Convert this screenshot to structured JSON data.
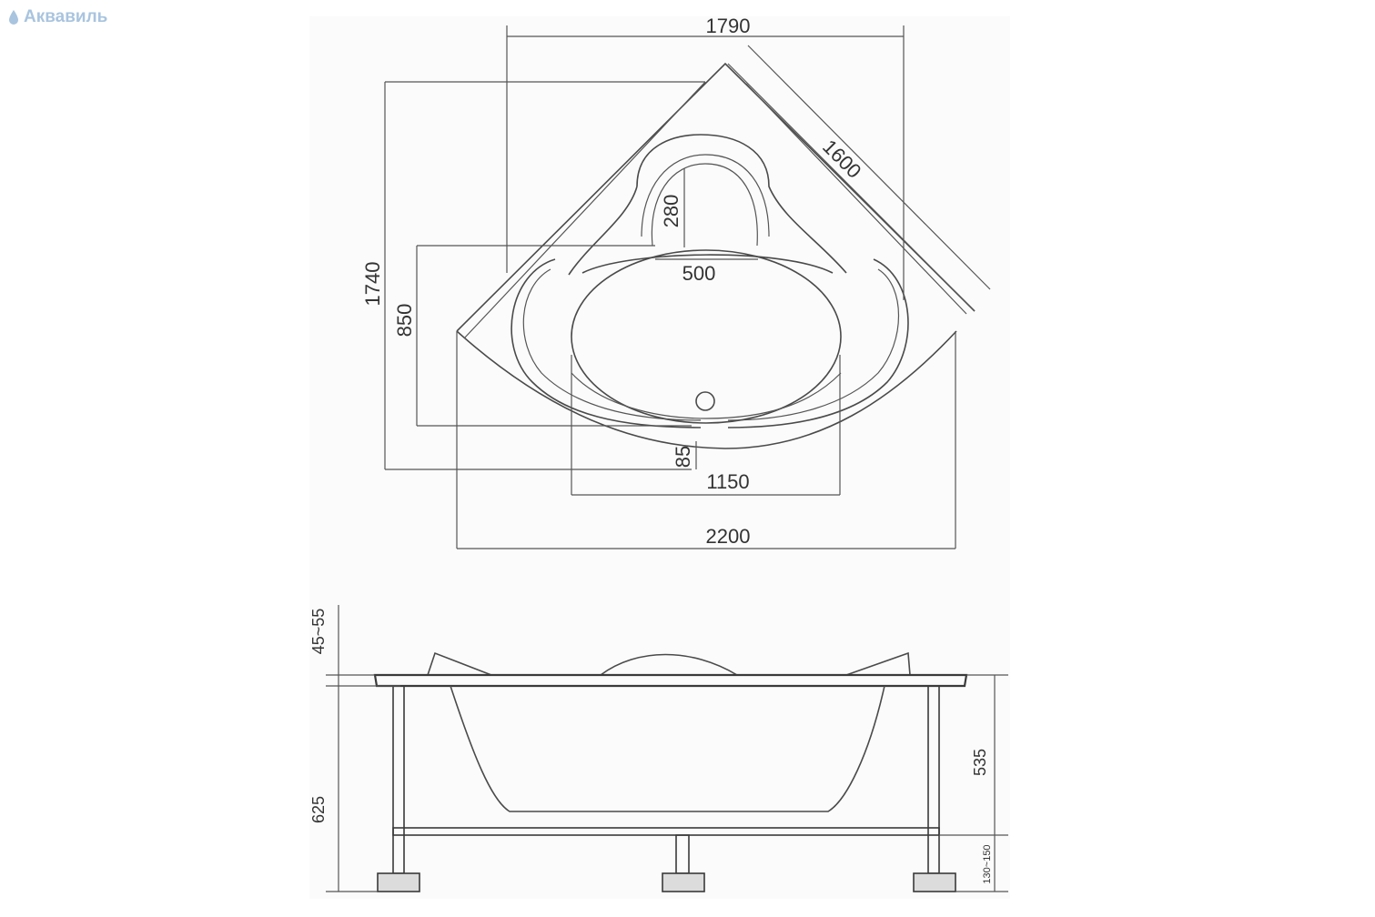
{
  "brand": {
    "name": "Аквавиль",
    "color": "#a9c4df"
  },
  "drawing": {
    "line_color": "#4a4a4a",
    "top_view": {
      "dimensions": {
        "width_1790": "1790",
        "diag_1600": "1600",
        "height_1740": "1740",
        "depth_850": "850",
        "seat_280": "280",
        "seat_500": "500",
        "rim_85": "85",
        "bowl_1150": "1150",
        "overall_2200": "2200"
      }
    },
    "side_view": {
      "dimensions": {
        "pillow_45_55": "45~55",
        "total_625": "625",
        "bowl_535": "535",
        "legs_130_150": "130~150"
      }
    }
  }
}
